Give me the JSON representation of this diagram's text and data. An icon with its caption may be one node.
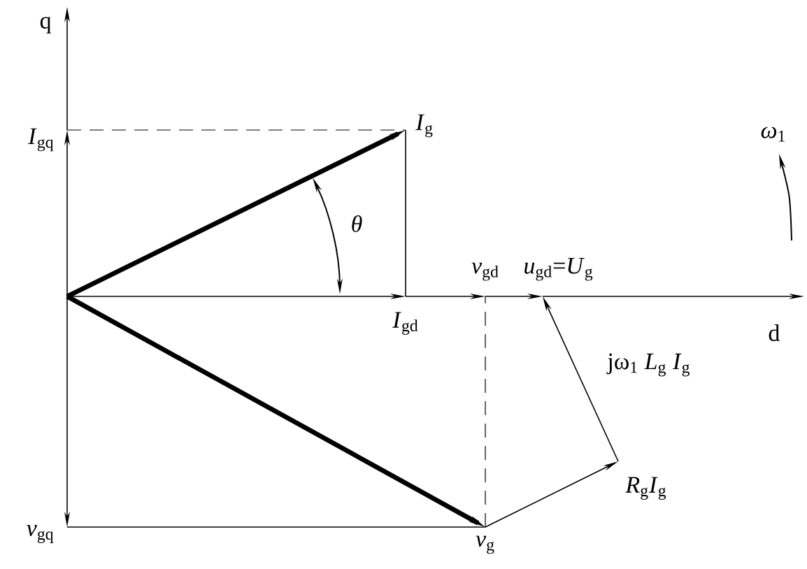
{
  "diagram": {
    "nodes": [
      {
        "text": [
          "q"
        ]
      },
      {
        "text": [
          "d"
        ]
      },
      {
        "text": [
          "*I*$_{gq}$"
        ]
      },
      {
        "text": [
          "*I*$_{g}$"
        ]
      },
      {
        "text": [
          "*I*$_{gd}$"
        ]
      },
      {
        "text": [
          "*v*$_{gd}$"
        ]
      },
      {
        "text": [
          "*u*$_{gd}$=*U*$_{g}$"
        ]
      },
      {
        "text": [
          "*v*$_{g}$"
        ]
      },
      {
        "text": [
          "*R*$_{g}$*I*$_{g}$"
        ]
      },
      {
        "text": [
          "*v*$_{gq}$"
        ]
      }
    ],
    "edges": [
      {
        "from": null,
        "to": 2,
        "arrow": "to"
      },
      {
        "from": 2,
        "to": 0,
        "arrow": "to"
      },
      {
        "from": null,
        "to": 9,
        "arrow": "to"
      },
      {
        "from": null,
        "to": 4,
        "arrow": "to"
      },
      {
        "from": 4,
        "to": 5,
        "arrow": "to"
      },
      {
        "from": 5,
        "to": 6,
        "arrow": "to"
      },
      {
        "from": 6,
        "to": 1,
        "arrow": "to"
      },
      {
        "from": null,
        "to": 3,
        "arrow": "to",
        "style": "thick"
      },
      {
        "from": 3,
        "to": 4,
        "arrow": "none"
      },
      {
        "from": 2,
        "to": 3,
        "arrow": "none",
        "style": "dashed"
      },
      {
        "from": null,
        "to": 7,
        "arrow": "to",
        "style": "thick"
      },
      {
        "from": 7,
        "to": 5,
        "arrow": "none",
        "style": "dashed"
      },
      {
        "from": 9,
        "to": 7,
        "arrow": "none"
      },
      {
        "from": 7,
        "to": 8,
        "arrow": "to"
      },
      {
        "from": 8,
        "to": 6,
        "arrow": "to",
        "label": "jω$_{1}$ *L*$_{g}$ *I*$_{g}$"
      }
    ],
    "labels": [
      "*θ*",
      "*ω*$_{1}$"
    ]
  }
}
